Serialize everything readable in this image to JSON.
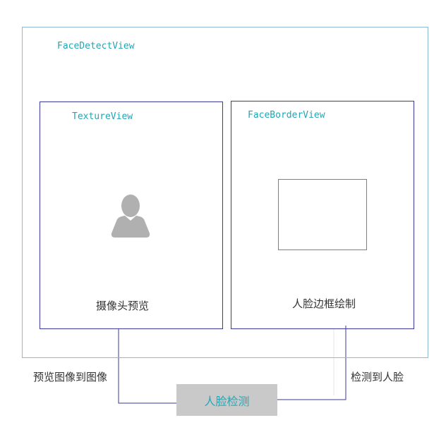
{
  "outer_view": {
    "title": "FaceDetectView"
  },
  "texture_view": {
    "title": "TextureView",
    "caption": "摄像头预览",
    "icon": "person-silhouette-icon"
  },
  "border_view": {
    "title": "FaceBorderView",
    "caption": "人脸边框绘制"
  },
  "detector": {
    "label": "人脸检测"
  },
  "edges": {
    "left_label": "预览图像到图像",
    "right_label": "检测到人脸"
  },
  "colors": {
    "outer_border": "#8dbad0",
    "inner_border": "#3a3a9a",
    "title_text": "#22a6b3",
    "detector_fill": "#c9c9c9",
    "icon_fill": "#b0b0b0"
  }
}
